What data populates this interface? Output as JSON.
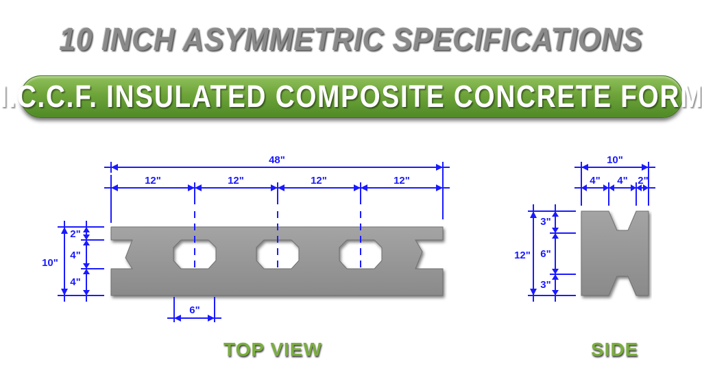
{
  "title": "10 INCH ASYMMETRIC SPECIFICATIONS",
  "banner": "I.C.C.F. INSULATED COMPOSITE CONCRETE FORM",
  "top_view": {
    "label": "TOP VIEW",
    "overall_length": "48\"",
    "segments": [
      "12\"",
      "12\"",
      "12\"",
      "12\""
    ],
    "overall_width": "10\"",
    "width_parts": [
      "2\"",
      "4\"",
      "4\""
    ],
    "hole_width": "6\""
  },
  "side_view": {
    "label": "SIDE",
    "overall_width": "10\"",
    "width_parts": [
      "4\"",
      "4\"",
      "2\""
    ],
    "overall_height": "12\"",
    "height_parts": [
      "3\"",
      "6\"",
      "3\""
    ]
  },
  "colors": {
    "dimension_lines": "#1a1aff",
    "concrete": "#9a9a9a",
    "banner_green": "#6ea43a",
    "label_green": "#7aae3e"
  }
}
